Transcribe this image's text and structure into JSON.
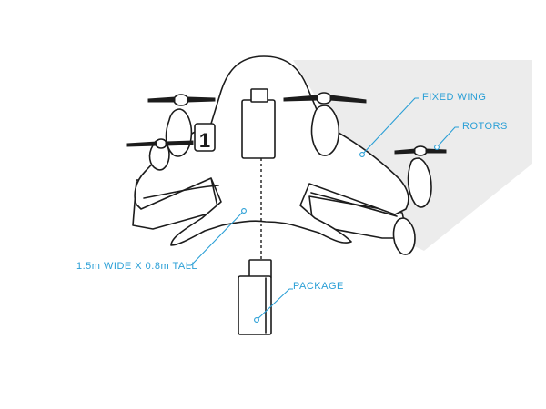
{
  "callouts": {
    "fixed_wing": "FIXED WING",
    "rotors": "ROTORS",
    "dimensions": "1.5m WIDE X 0.8m TALL",
    "package": "PACKAGE"
  },
  "aircraft": {
    "number_marking": "1"
  },
  "colors": {
    "callout": "#2a9fd6",
    "ink": "#1c1c1c",
    "shadow": "#ececec",
    "background": "#ffffff"
  }
}
